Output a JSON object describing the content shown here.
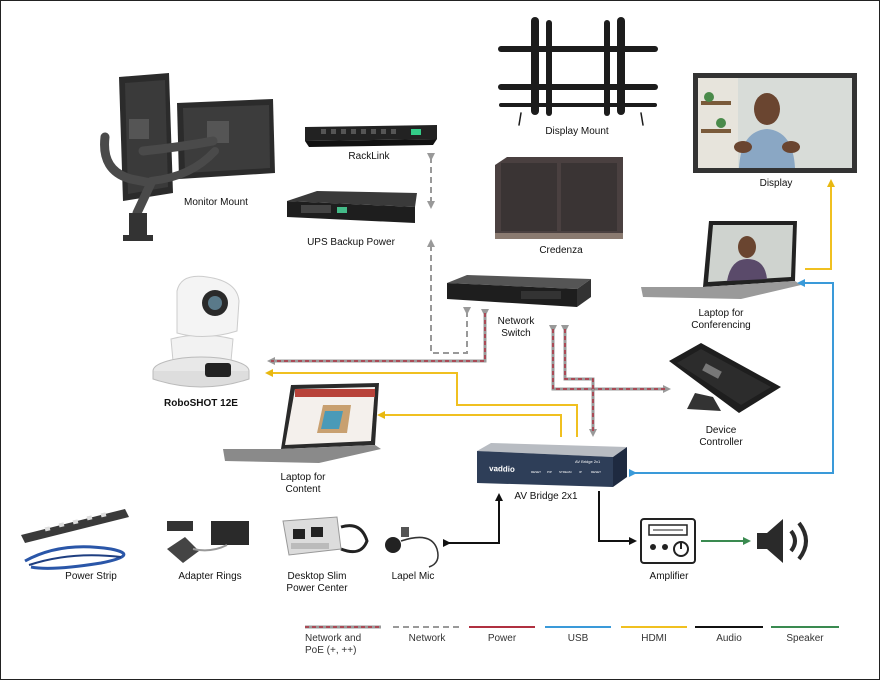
{
  "devices": {
    "monitor_mount": "Monitor Mount",
    "racklink": "RackLink",
    "ups": "UPS Backup Power",
    "display_mount": "Display Mount",
    "credenza": "Credenza",
    "display": "Display",
    "network_switch": "Network\nSwitch",
    "roboshot": "RoboSHOT 12E",
    "laptop_conf": "Laptop for\nConferencing",
    "device_controller": "Device\nController",
    "laptop_content": "Laptop for\nContent",
    "av_bridge": "AV Bridge 2x1",
    "power_strip": "Power Strip",
    "adapter_rings": "Adapter Rings",
    "desktop_power": "Desktop Slim\nPower Center",
    "lapel_mic": "Lapel Mic",
    "amplifier": "Amplifier"
  },
  "av_bridge_panel": {
    "brand": "vaddio",
    "model": "AV Bridge 2x1",
    "ports": [
      "RESET",
      "PIP",
      "STREAM",
      "IP",
      "RESET"
    ]
  },
  "legend": [
    {
      "label": "Network and\nPoE (+, ++)",
      "color": "#b03040",
      "style": "network-poe"
    },
    {
      "label": "Network",
      "color": "#999999",
      "style": "dashed"
    },
    {
      "label": "Power",
      "color": "#b03040",
      "style": "solid"
    },
    {
      "label": "USB",
      "color": "#3a9ad9",
      "style": "solid"
    },
    {
      "label": "HDMI",
      "color": "#f0c020",
      "style": "solid"
    },
    {
      "label": "Audio",
      "color": "#111111",
      "style": "solid"
    },
    {
      "label": "Speaker",
      "color": "#3a8a50",
      "style": "solid"
    }
  ],
  "colors": {
    "network_poe": "#b03040",
    "network": "#999999",
    "usb": "#3a9ad9",
    "hdmi": "#f0c020",
    "audio": "#111111",
    "speaker": "#3a8a50"
  }
}
